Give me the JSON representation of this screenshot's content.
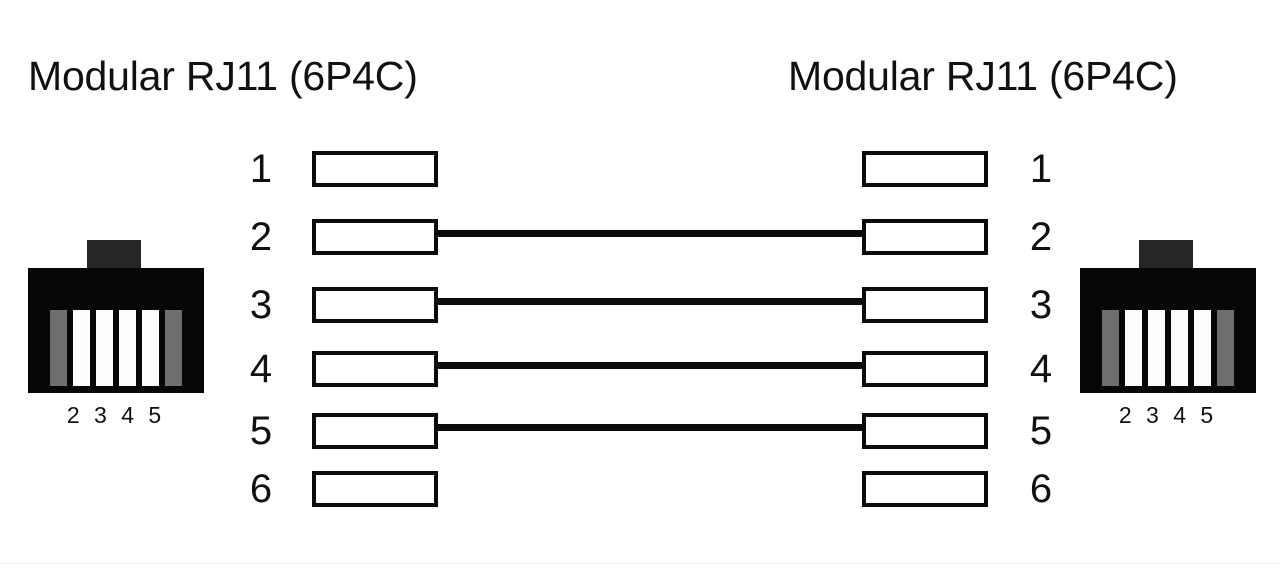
{
  "diagram": {
    "type": "cable-pinout",
    "wiring_scheme": "straight-through",
    "left": {
      "title": "Modular RJ11 (6P4C)",
      "connector": {
        "icon_name": "rj11-jack-icon",
        "pin_labels": "2 3 4 5",
        "pin_colors": [
          "gray",
          "white",
          "white",
          "white",
          "white",
          "gray"
        ],
        "body_color": "#070707",
        "tab_color": "#262626",
        "pin_white_color": "#fdfdfd",
        "pin_gray_color": "#6e6e6e"
      },
      "pins": [
        {
          "number": "1",
          "connected": false
        },
        {
          "number": "2",
          "connected": true
        },
        {
          "number": "3",
          "connected": true
        },
        {
          "number": "4",
          "connected": true
        },
        {
          "number": "5",
          "connected": true
        },
        {
          "number": "6",
          "connected": false
        }
      ]
    },
    "right": {
      "title": "Modular RJ11 (6P4C)",
      "connector": {
        "icon_name": "rj11-jack-icon",
        "pin_labels": "2 3 4 5",
        "pin_colors": [
          "gray",
          "white",
          "white",
          "white",
          "white",
          "gray"
        ],
        "body_color": "#070707",
        "tab_color": "#262626",
        "pin_white_color": "#fdfdfd",
        "pin_gray_color": "#6e6e6e"
      },
      "pins": [
        {
          "number": "1",
          "connected": false
        },
        {
          "number": "2",
          "connected": true
        },
        {
          "number": "3",
          "connected": true
        },
        {
          "number": "4",
          "connected": true
        },
        {
          "number": "5",
          "connected": true
        },
        {
          "number": "6",
          "connected": false
        }
      ]
    },
    "wires": [
      {
        "from_pin": "2",
        "to_pin": "2",
        "color": "#0b0b0b"
      },
      {
        "from_pin": "3",
        "to_pin": "3",
        "color": "#0b0b0b"
      },
      {
        "from_pin": "4",
        "to_pin": "4",
        "color": "#0b0b0b"
      },
      {
        "from_pin": "5",
        "to_pin": "5",
        "color": "#0b0b0b"
      }
    ]
  }
}
